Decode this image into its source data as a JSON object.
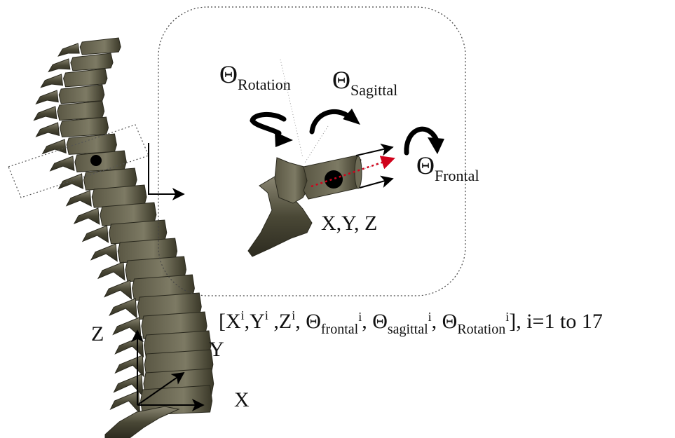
{
  "labels": {
    "theta_symbol": "Θ",
    "rotation_sub": "Rotation",
    "sagittal_sub": "Sagittal",
    "frontal_sub": "Frontal",
    "xyz": "X,Y, Z",
    "global_z": "Z",
    "global_y": "Y",
    "global_x": "X"
  },
  "formula": {
    "open": "[X",
    "i": "i",
    "comma_y": ",Y",
    "space_z": " ,Z",
    "comma_sp": ", ",
    "theta": "Θ",
    "frontal": "frontal",
    "sagittal": "sagittal",
    "rotation": "Rotation",
    "tail": "], i=1 to 17"
  },
  "colors": {
    "bone_fill": "#3f3d2e",
    "bone_light": "#8a8672",
    "accent_dot": "#000000",
    "direction_arrow": "#d0021b"
  }
}
